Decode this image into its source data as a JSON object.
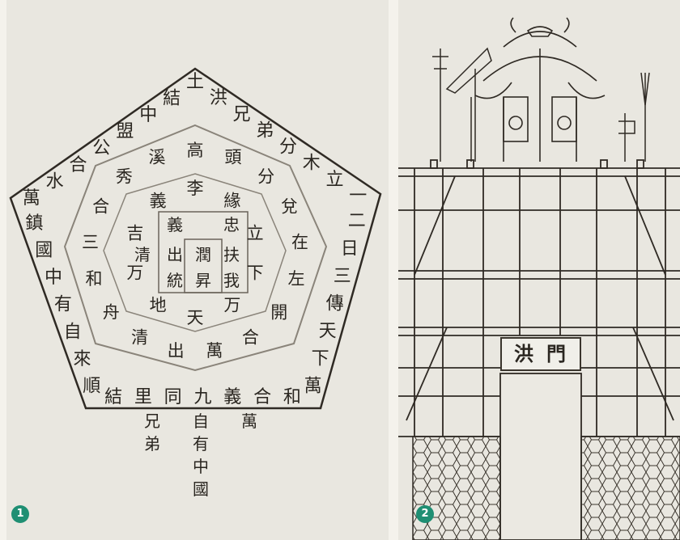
{
  "badges": {
    "panel1": "1",
    "panel2": "2"
  },
  "diagram": {
    "outer_ring": [
      "土",
      "洪",
      "兄",
      "弟",
      "分",
      "木",
      "立",
      "一",
      "二",
      "日",
      "三",
      "傳",
      "天",
      "下",
      "萬",
      "和",
      "合",
      "義",
      "九",
      "同",
      "里",
      "結",
      "順",
      "來",
      "自",
      "有",
      "中",
      "國",
      "鎮",
      "萬",
      "水",
      "合",
      "公",
      "盟",
      "中",
      "結"
    ],
    "middle_ring": [
      "高",
      "頭",
      "分",
      "兌",
      "在",
      "左",
      "開",
      "合",
      "萬",
      "出",
      "清",
      "舟",
      "和",
      "三",
      "合",
      "秀",
      "溪"
    ],
    "inner_ring": [
      "李",
      "緣",
      "立",
      "下",
      "万",
      "天",
      "地",
      "万",
      "吉",
      "義"
    ],
    "center": {
      "top_row": [
        "義",
        "忠"
      ],
      "mid_left": [
        "出",
        "統"
      ],
      "mid_right": [
        "扶",
        "我"
      ],
      "core": [
        "潤",
        "昇"
      ],
      "bottom": [
        "清"
      ]
    },
    "below_text": {
      "col_left": "兄弟",
      "col_mid": "自有中國",
      "col_right": "萬"
    }
  },
  "gate": {
    "sign": "洪門"
  }
}
